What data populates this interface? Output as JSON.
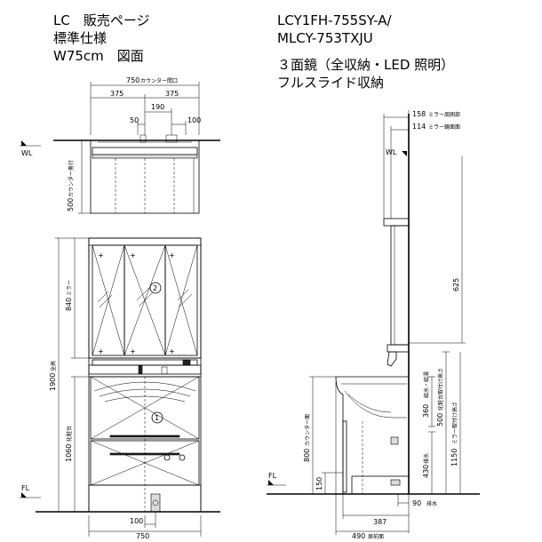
{
  "header_left": {
    "line1": "LC　販売ページ",
    "line2": "標準仕様",
    "line3": "W75cm　図面"
  },
  "header_right": {
    "line1": "LCY1FH-755SY-A/",
    "line2": "MLCY-753TXJU",
    "line3": "３面鏡（全収納・LED 照明）",
    "line4": "フルスライド収納"
  },
  "front_view": {
    "top_width": "750",
    "top_width_note": "カウンター間口",
    "half_left": "375",
    "half_right": "375",
    "faucet_offset": "190",
    "left_offset": "50",
    "right_offset": "100",
    "counter_depth": "500",
    "counter_depth_note": "カウンター奥行",
    "wl_label": "WL",
    "mirror_height": "840",
    "mirror_height_note": "ミラー",
    "total_height": "1900",
    "total_height_note": "全高",
    "vanity_height": "1060",
    "vanity_height_note": "化粧台",
    "fl_label": "FL",
    "bottom_offset": "100",
    "bottom_width": "750",
    "callout_2": "2",
    "callout_1": "1"
  },
  "side_view": {
    "dim_158": "158",
    "dim_158_note": "ミラー周囲部",
    "dim_114": "114",
    "dim_114_note": "ミラー鏡面面",
    "wl_label": "WL",
    "dim_625": "625",
    "dim_360": "360",
    "dim_360_note": "給水・給湯",
    "dim_500": "500",
    "dim_500_note": "化粧台取付け高さ",
    "dim_1150": "1150",
    "dim_1150_note": "ミラー取付け高さ",
    "dim_800": "800",
    "dim_800_note": "カウンター面",
    "dim_430": "430",
    "dim_430_note": "排水",
    "dim_150": "150",
    "dim_90": "90",
    "dim_90_note": "排水",
    "dim_387": "387",
    "dim_490": "490",
    "dim_490_note": "扉前面",
    "fl_label": "FL"
  }
}
